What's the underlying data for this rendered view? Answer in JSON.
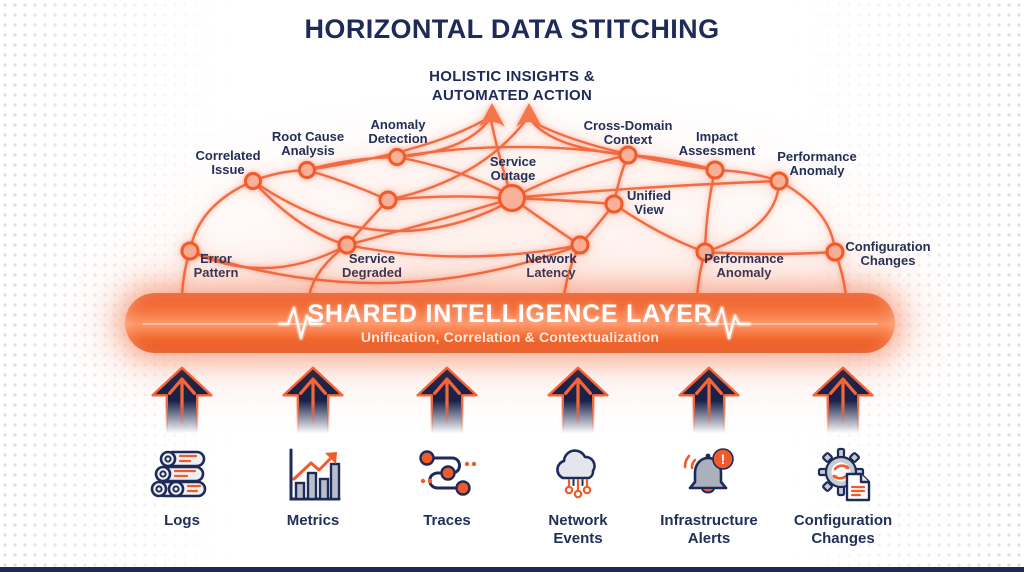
{
  "title": "HORIZONTAL DATA STITCHING",
  "outcome": {
    "text": "HOLISTIC INSIGHTS &\nAUTOMATED ACTION"
  },
  "network": {
    "nodes": [
      {
        "label": "Correlated\nIssue"
      },
      {
        "label": "Root Cause\nAnalysis"
      },
      {
        "label": "Anomaly\nDetection"
      },
      {
        "label": "Service\nOutage"
      },
      {
        "label": "Cross-Domain\nContext"
      },
      {
        "label": "Impact\nAssessment"
      },
      {
        "label": "Performance\nAnomaly"
      },
      {
        "label": "Unified\nView"
      },
      {
        "label": "Error\nPattern"
      },
      {
        "label": "Service\nDegraded"
      },
      {
        "label": "Network\nLatency"
      },
      {
        "label": "Performance\nAnomaly"
      },
      {
        "label": "Configuration\nChanges"
      }
    ]
  },
  "intelligence_layer": {
    "title": "SHARED INTELLIGENCE LAYER",
    "subtitle": "Unification, Correlation & Contextualization"
  },
  "sources": [
    {
      "label": "Logs",
      "icon": "logs-icon"
    },
    {
      "label": "Metrics",
      "icon": "metrics-icon"
    },
    {
      "label": "Traces",
      "icon": "traces-icon"
    },
    {
      "label": "Network\nEvents",
      "icon": "network-events-icon"
    },
    {
      "label": "Infrastructure\nAlerts",
      "icon": "infrastructure-alerts-icon"
    },
    {
      "label": "Configuration\nChanges",
      "icon": "configuration-changes-icon"
    }
  ],
  "colors": {
    "navy": "#1e2b58",
    "edge_orange": "#f2663b",
    "node_stroke": "#f15a29",
    "node_fill": "#f8b098",
    "bar_core": "#ff9668",
    "background": "#ffffff"
  }
}
